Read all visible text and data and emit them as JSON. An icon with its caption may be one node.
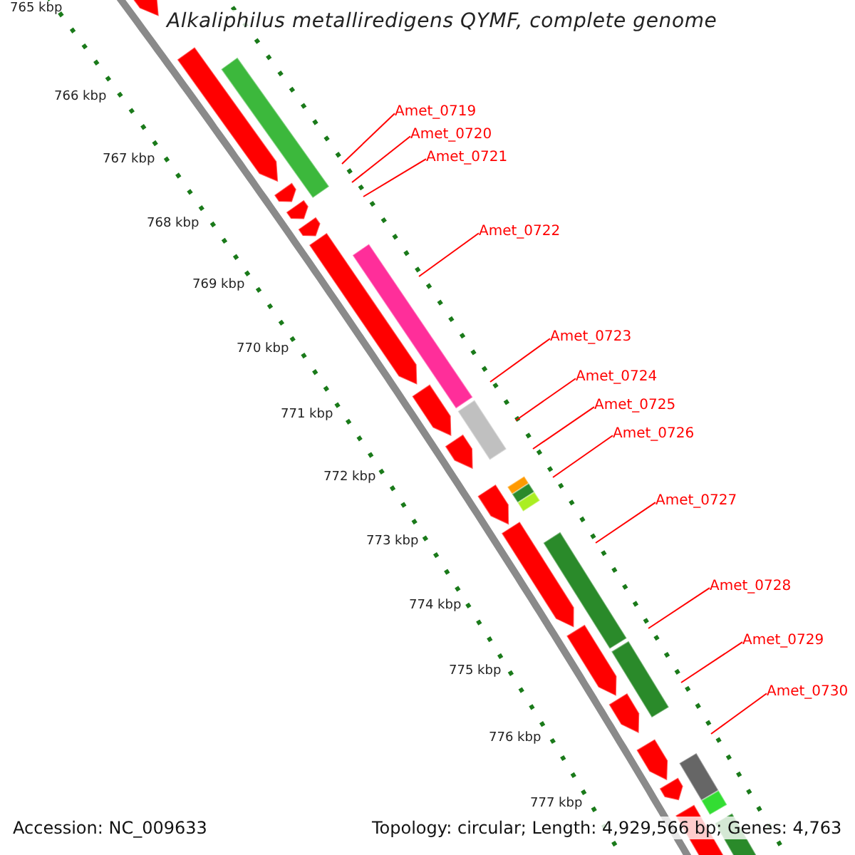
{
  "diagram": {
    "title": "Alkaliphilus metalliredigens QYMF, complete genome",
    "nodes": [
      {
        "text": [
          "Amet_0719"
        ]
      },
      {
        "text": [
          "Amet_0720"
        ]
      },
      {
        "text": [
          "Amet_0721"
        ]
      },
      {
        "text": [
          "Amet_0722"
        ]
      },
      {
        "text": [
          "Amet_0723"
        ]
      },
      {
        "text": [
          "Amet_0724"
        ]
      },
      {
        "text": [
          "Amet_0725"
        ]
      },
      {
        "text": [
          "Amet_0726"
        ]
      },
      {
        "text": [
          "Amet_0727"
        ]
      },
      {
        "text": [
          "Amet_0728"
        ]
      },
      {
        "text": [
          "Amet_0729"
        ]
      },
      {
        "text": [
          "Amet_0730"
        ]
      }
    ],
    "edges": [
      {
        "from": 0,
        "to": null,
        "arrow": "none"
      },
      {
        "from": 1,
        "to": null,
        "arrow": "none"
      },
      {
        "from": 2,
        "to": null,
        "arrow": "none"
      },
      {
        "from": 3,
        "to": null,
        "arrow": "none"
      },
      {
        "from": 4,
        "to": null,
        "arrow": "none"
      },
      {
        "from": 5,
        "to": null,
        "arrow": "none"
      },
      {
        "from": 6,
        "to": null,
        "arrow": "none"
      },
      {
        "from": 7,
        "to": null,
        "arrow": "none"
      },
      {
        "from": 8,
        "to": null,
        "arrow": "none"
      },
      {
        "from": 9,
        "to": null,
        "arrow": "none"
      },
      {
        "from": 10,
        "to": null,
        "arrow": "none"
      },
      {
        "from": 11,
        "to": null,
        "arrow": "none"
      }
    ],
    "labels": [
      "765 kbp",
      "766 kbp",
      "767 kbp",
      "768 kbp",
      "769 kbp",
      "770 kbp",
      "771 kbp",
      "772 kbp",
      "773 kbp",
      "774 kbp",
      "775 kbp",
      "776 kbp",
      "777 kbp",
      "Accession: NC_009633",
      "Topology: circular; Length: 4,929,566 bp; Genes: 4,763"
    ]
  }
}
